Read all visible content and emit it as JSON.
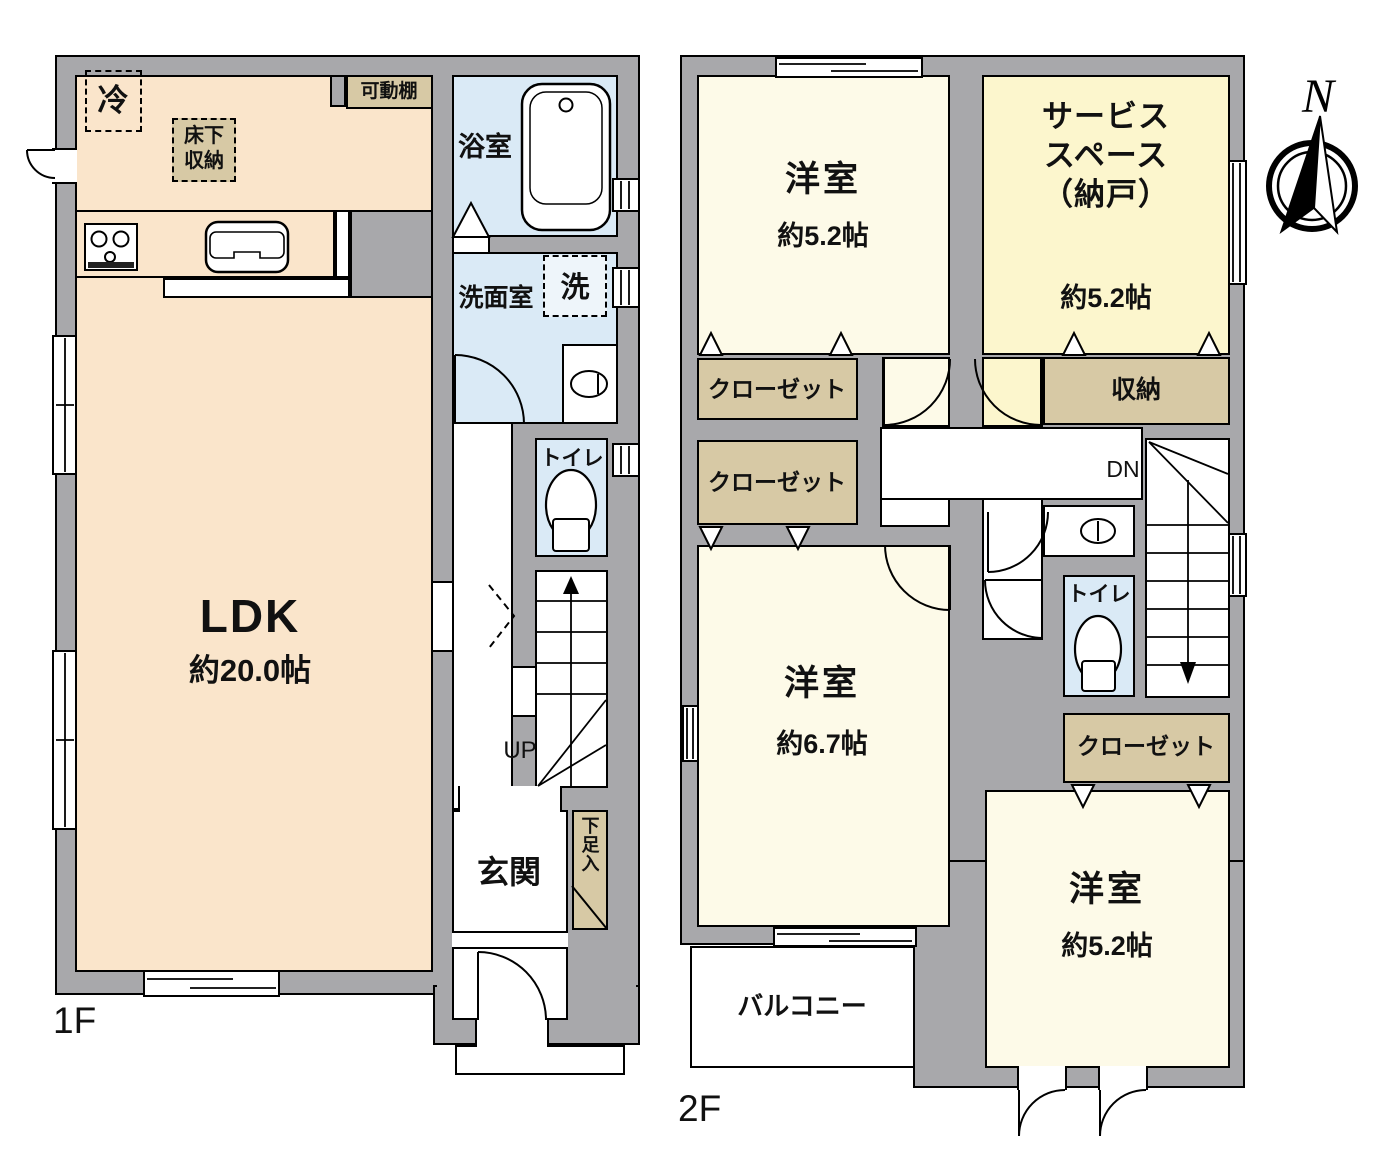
{
  "compass": {
    "north": "N"
  },
  "floor1": {
    "label": "1F",
    "ldk": {
      "name": "LDK",
      "size": "約20.0帖"
    },
    "kitchen": {
      "fridge": "冷",
      "underfloor_line1": "床下",
      "underfloor_line2": "収納",
      "movable_shelf": "可動棚"
    },
    "bath": "浴室",
    "washroom": "洗面室",
    "washer": "洗",
    "toilet": "トイレ",
    "stairs": "UP",
    "entrance": "玄関",
    "shoe_box": "下足入"
  },
  "floor2": {
    "label": "2F",
    "bedroom_nw": {
      "name": "洋室",
      "size": "約5.2帖"
    },
    "service_space": {
      "line1": "サービス",
      "line2": "スペース",
      "line3": "（納戸）",
      "size": "約5.2帖"
    },
    "storage": "収納",
    "closet_nw": "クローゼット",
    "closet_w": "クローゼット",
    "closet_se": "クローゼット",
    "bedroom_w": {
      "name": "洋室",
      "size": "約6.7帖"
    },
    "bedroom_se": {
      "name": "洋室",
      "size": "約5.2帖"
    },
    "toilet": "トイレ",
    "balcony": "バルコニー",
    "stairs": "DN"
  },
  "colors": {
    "wall": "#a8a8ab",
    "ldk": "#fae5cb",
    "bedroom": "#fdfae8",
    "service_space": "#fcf6cd",
    "wet_area": "#daeaf6",
    "closet": "#d7c9a5"
  }
}
